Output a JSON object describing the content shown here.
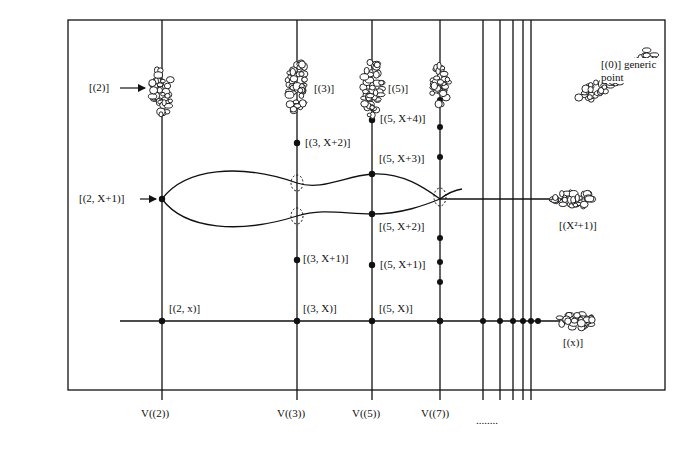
{
  "diagram": {
    "labels": [
      "[(2)]",
      "[(3)]",
      "[(5)]",
      "[(0)] generic point",
      "[(3, X+2)]",
      "[(5, X+4)]",
      "[(5, X+3)]",
      "[(2, X+1)]",
      "[(X²+1)]",
      "[(5, X+2)]",
      "[(3, X+1)]",
      "[(5, X+1)]",
      "[(2, x)]",
      "[(3, X)]",
      "[(5, X)]",
      "[(x)]",
      "V((2))",
      "V((3))",
      "V((5))",
      "V((7))",
      "........"
    ]
  }
}
